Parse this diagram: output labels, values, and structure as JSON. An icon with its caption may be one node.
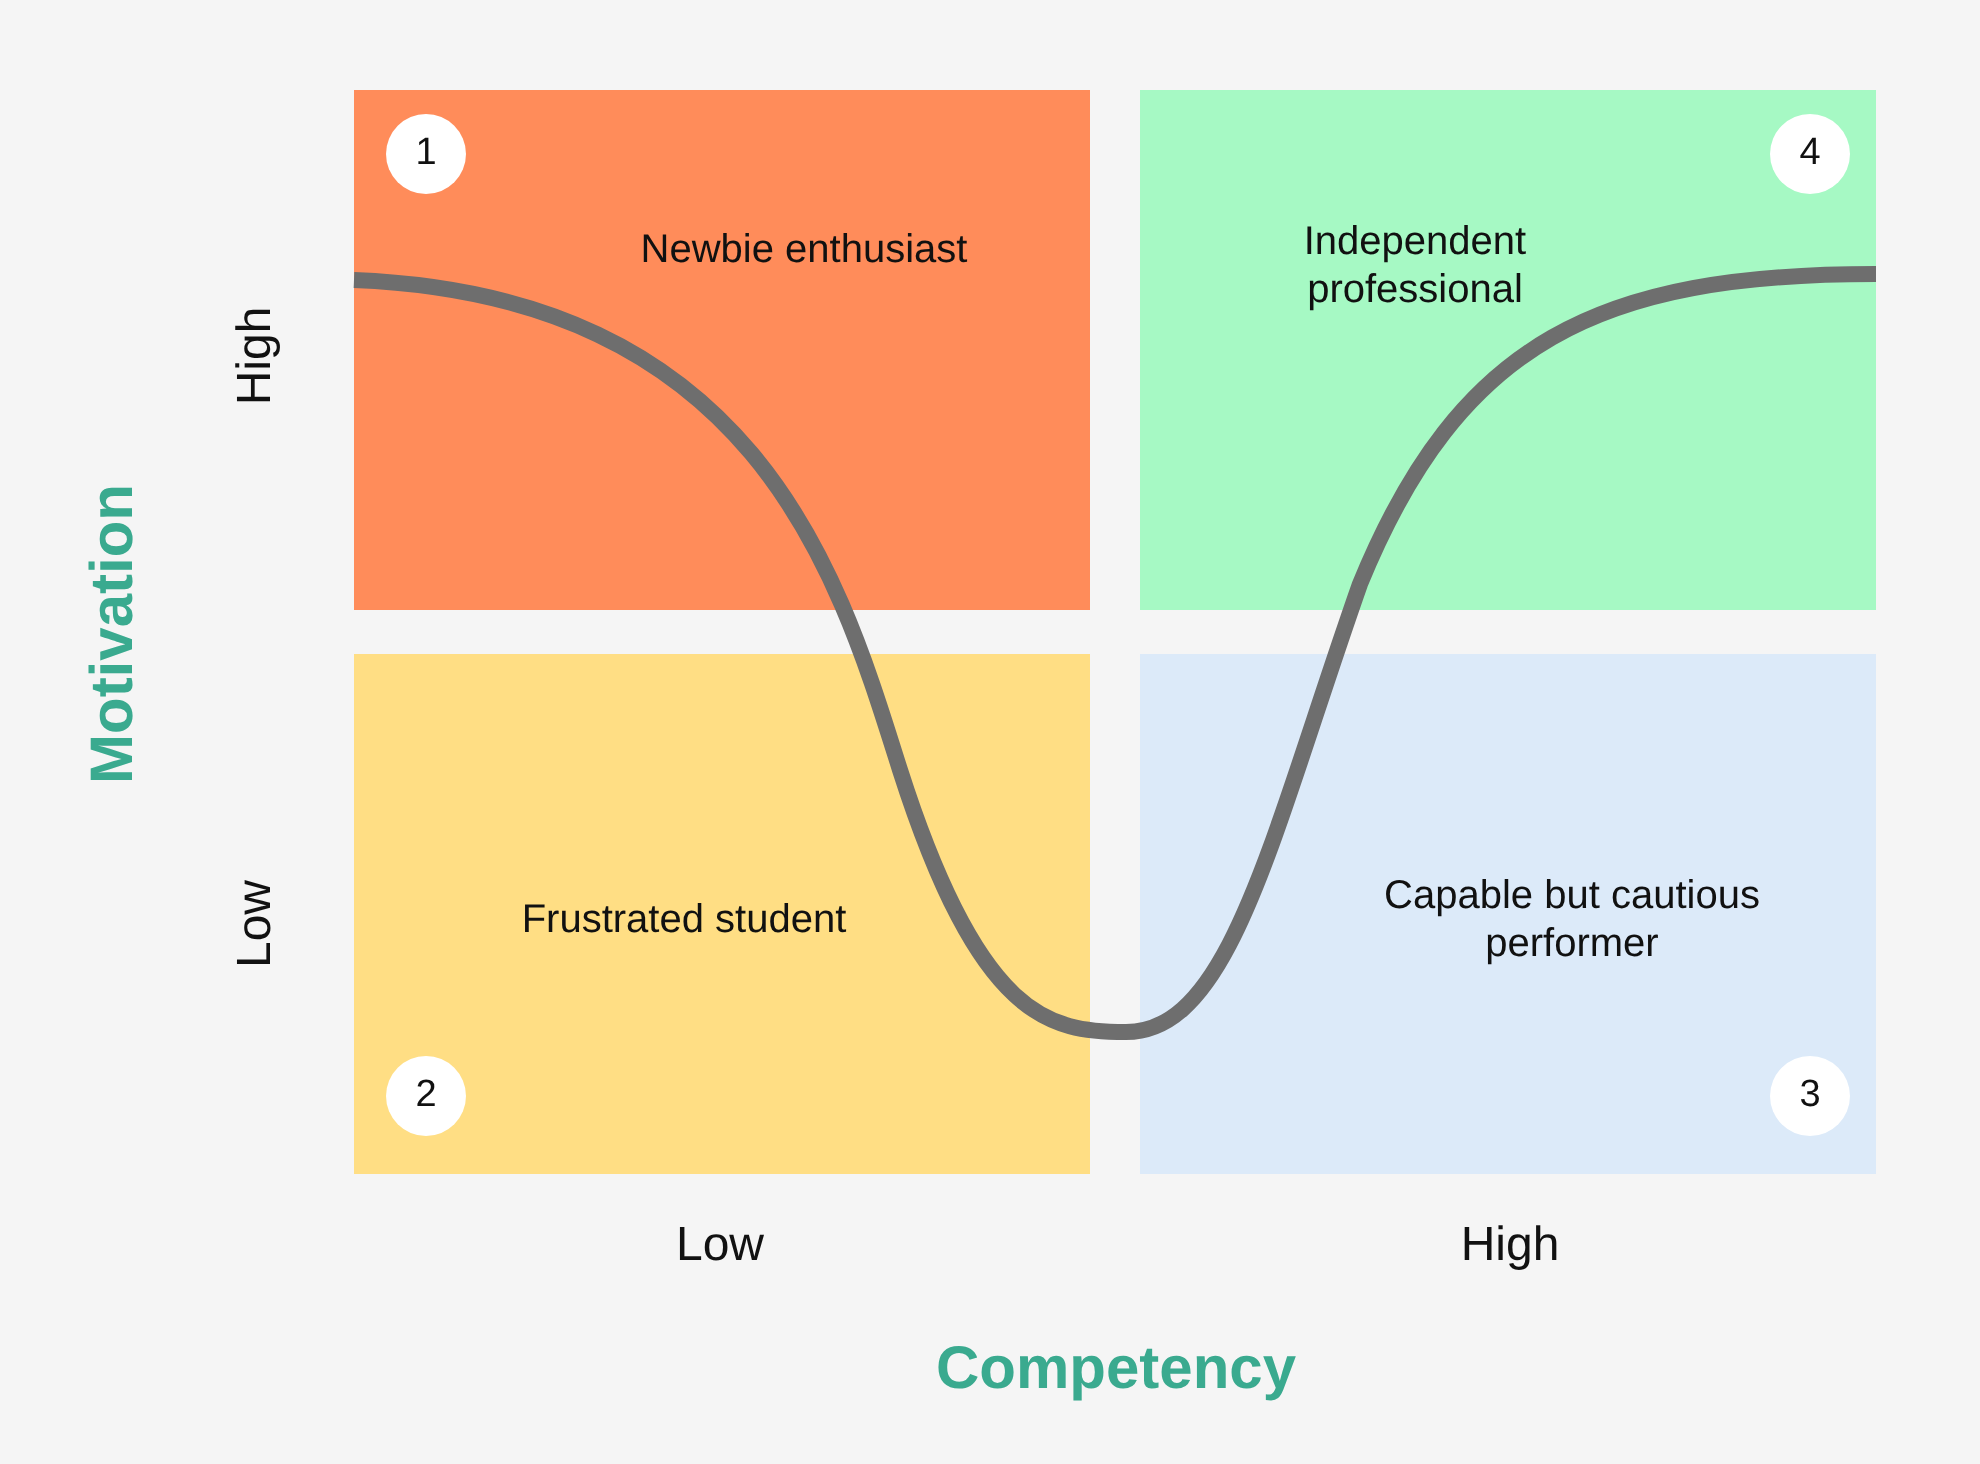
{
  "diagram": {
    "nodes": [
      {
        "text": [
          "Newbie enthusiast"
        ]
      },
      {
        "text": [
          "1"
        ],
        "in": 0
      },
      {
        "text": [
          "Independent professional"
        ]
      },
      {
        "text": [
          "4"
        ],
        "in": 2
      },
      {
        "text": [
          "Frustrated student"
        ]
      },
      {
        "text": [
          "2"
        ],
        "in": 4
      },
      {
        "text": [
          "Capable but cautious performer"
        ]
      },
      {
        "text": [
          "3"
        ],
        "in": 6
      }
    ],
    "edges": [],
    "labels": [
      "High",
      "Motivation",
      "Low",
      "Low",
      "High",
      "Competency"
    ]
  }
}
